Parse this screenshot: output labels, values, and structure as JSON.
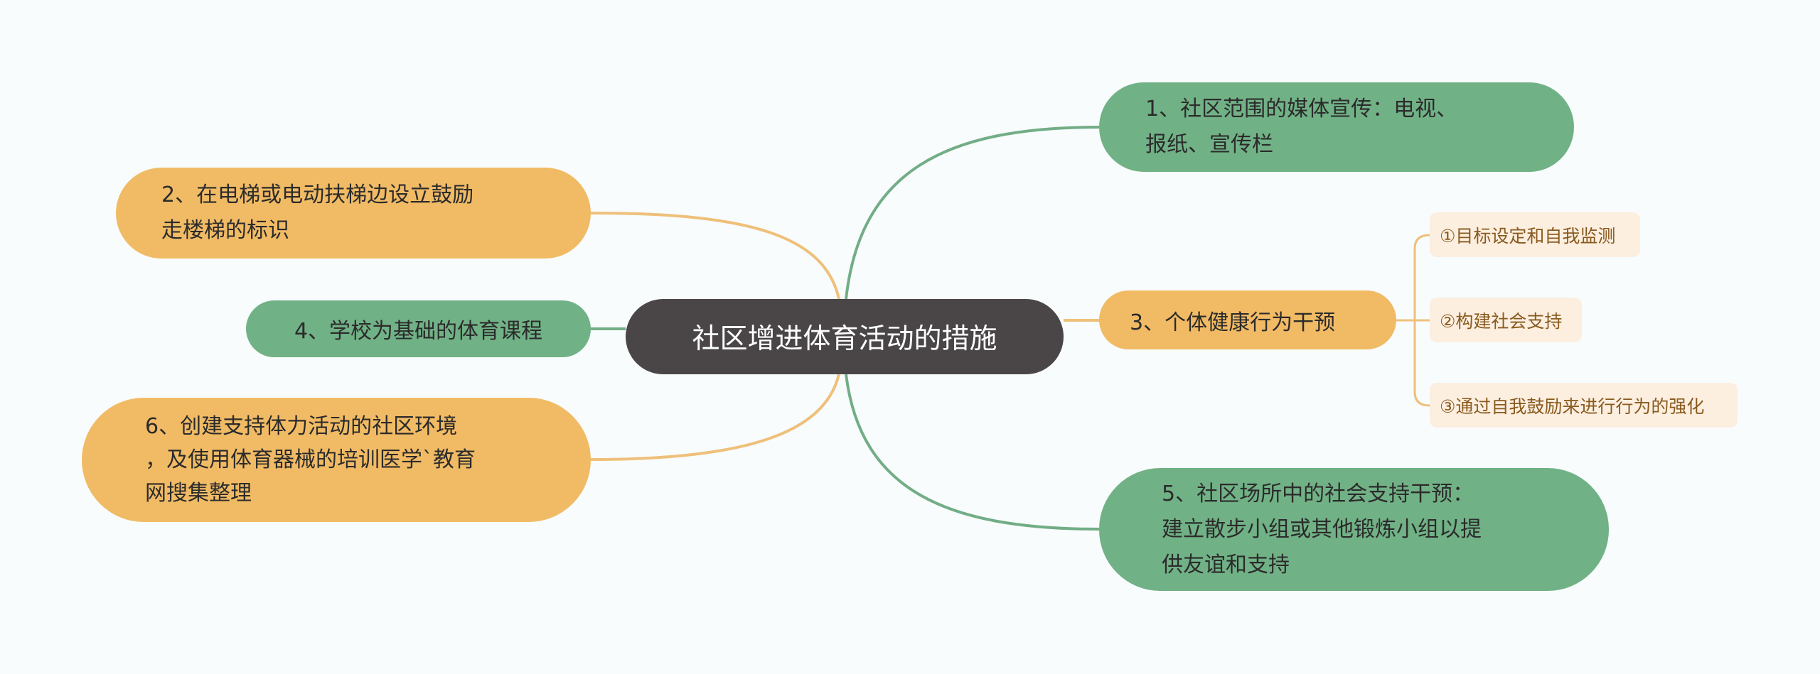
{
  "central": "社区增进体育活动的措施",
  "branches": {
    "b1": "1、社区范围的媒体宣传：电视、\n报纸、宣传栏",
    "b2": "2、在电梯或电动扶梯边设立鼓励\n走楼梯的标识",
    "b3": "3、个体健康行为干预",
    "b4": "4、学校为基础的体育课程",
    "b5": "5、社区场所中的社会支持干预：\n建立散步小组或其他锻炼小组以提\n供友谊和支持",
    "b6": "6、创建支持体力活动的社区环境\n，及使用体育器械的培训医学`教育\n网搜集整理"
  },
  "sub_items": [
    "①目标设定和自我监测",
    "②构建社会支持",
    "③通过自我鼓励来进行行为的强化"
  ],
  "colors": {
    "background": "#f8fcfd",
    "central": "#4a4647",
    "green": "#71b186",
    "orange": "#f1bb65",
    "sub_item_bg": "#fcefe0",
    "green_line": "#72ad86",
    "orange_line": "#efc07a"
  }
}
